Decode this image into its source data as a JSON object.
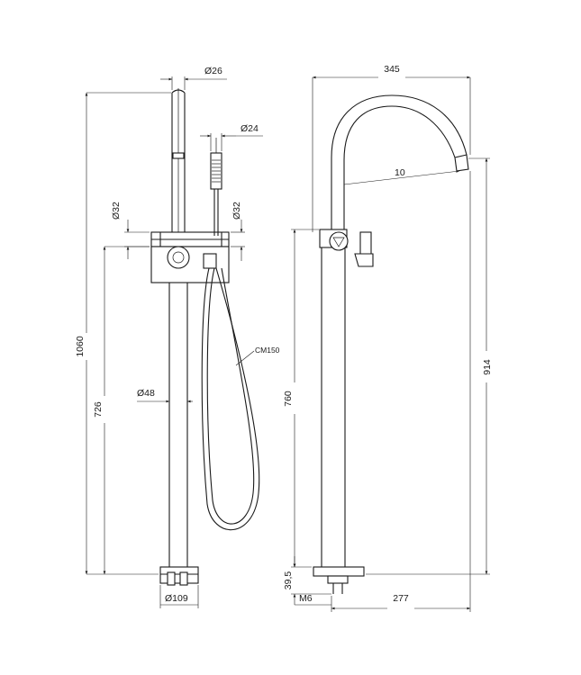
{
  "drawing": {
    "side_view": {
      "d_spout": "Ø26",
      "d_handshower": "Ø24",
      "d_lever_left": "Ø32",
      "d_lever_right": "Ø32",
      "hose": "CM150",
      "d_column": "Ø48",
      "d_base": "Ø109",
      "h_total": "1060",
      "h_mixer": "726"
    },
    "front_view": {
      "w_reach": "345",
      "spout_drop": "10",
      "h_outlet": "914",
      "h_mixer": "760",
      "h_base": "39,5",
      "thread": "M6",
      "w_base": "277"
    }
  }
}
